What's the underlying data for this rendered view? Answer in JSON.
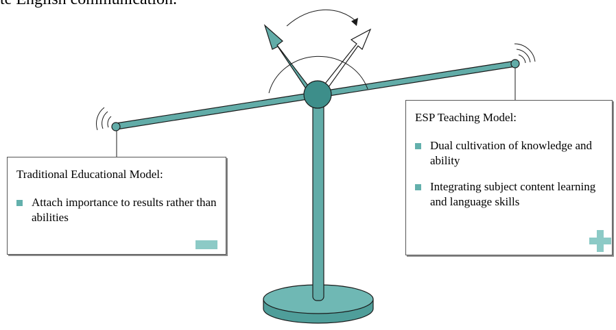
{
  "header": {
    "partial_text": "te English communication."
  },
  "left_panel": {
    "title": "Traditional Educational Model:",
    "bullets": [
      "Attach importance to results rather than abilities"
    ],
    "sign": "minus"
  },
  "right_panel": {
    "title": "ESP Teaching Model:",
    "bullets": [
      "Dual cultivation of knowledge and ability",
      "Integrating subject content learning and language skills"
    ],
    "sign": "plus"
  },
  "colors": {
    "teal": "#5fa8a4",
    "teal_dark": "#2e7470",
    "bullet": "#63b0ac",
    "sign": "#8ccac6",
    "outline": "#1a1a1a"
  },
  "icons": {
    "left_sign": "minus-icon",
    "right_sign": "plus-icon",
    "bullet": "square-bullet-icon",
    "tilt_arrow": "curved-arrow-icon"
  }
}
